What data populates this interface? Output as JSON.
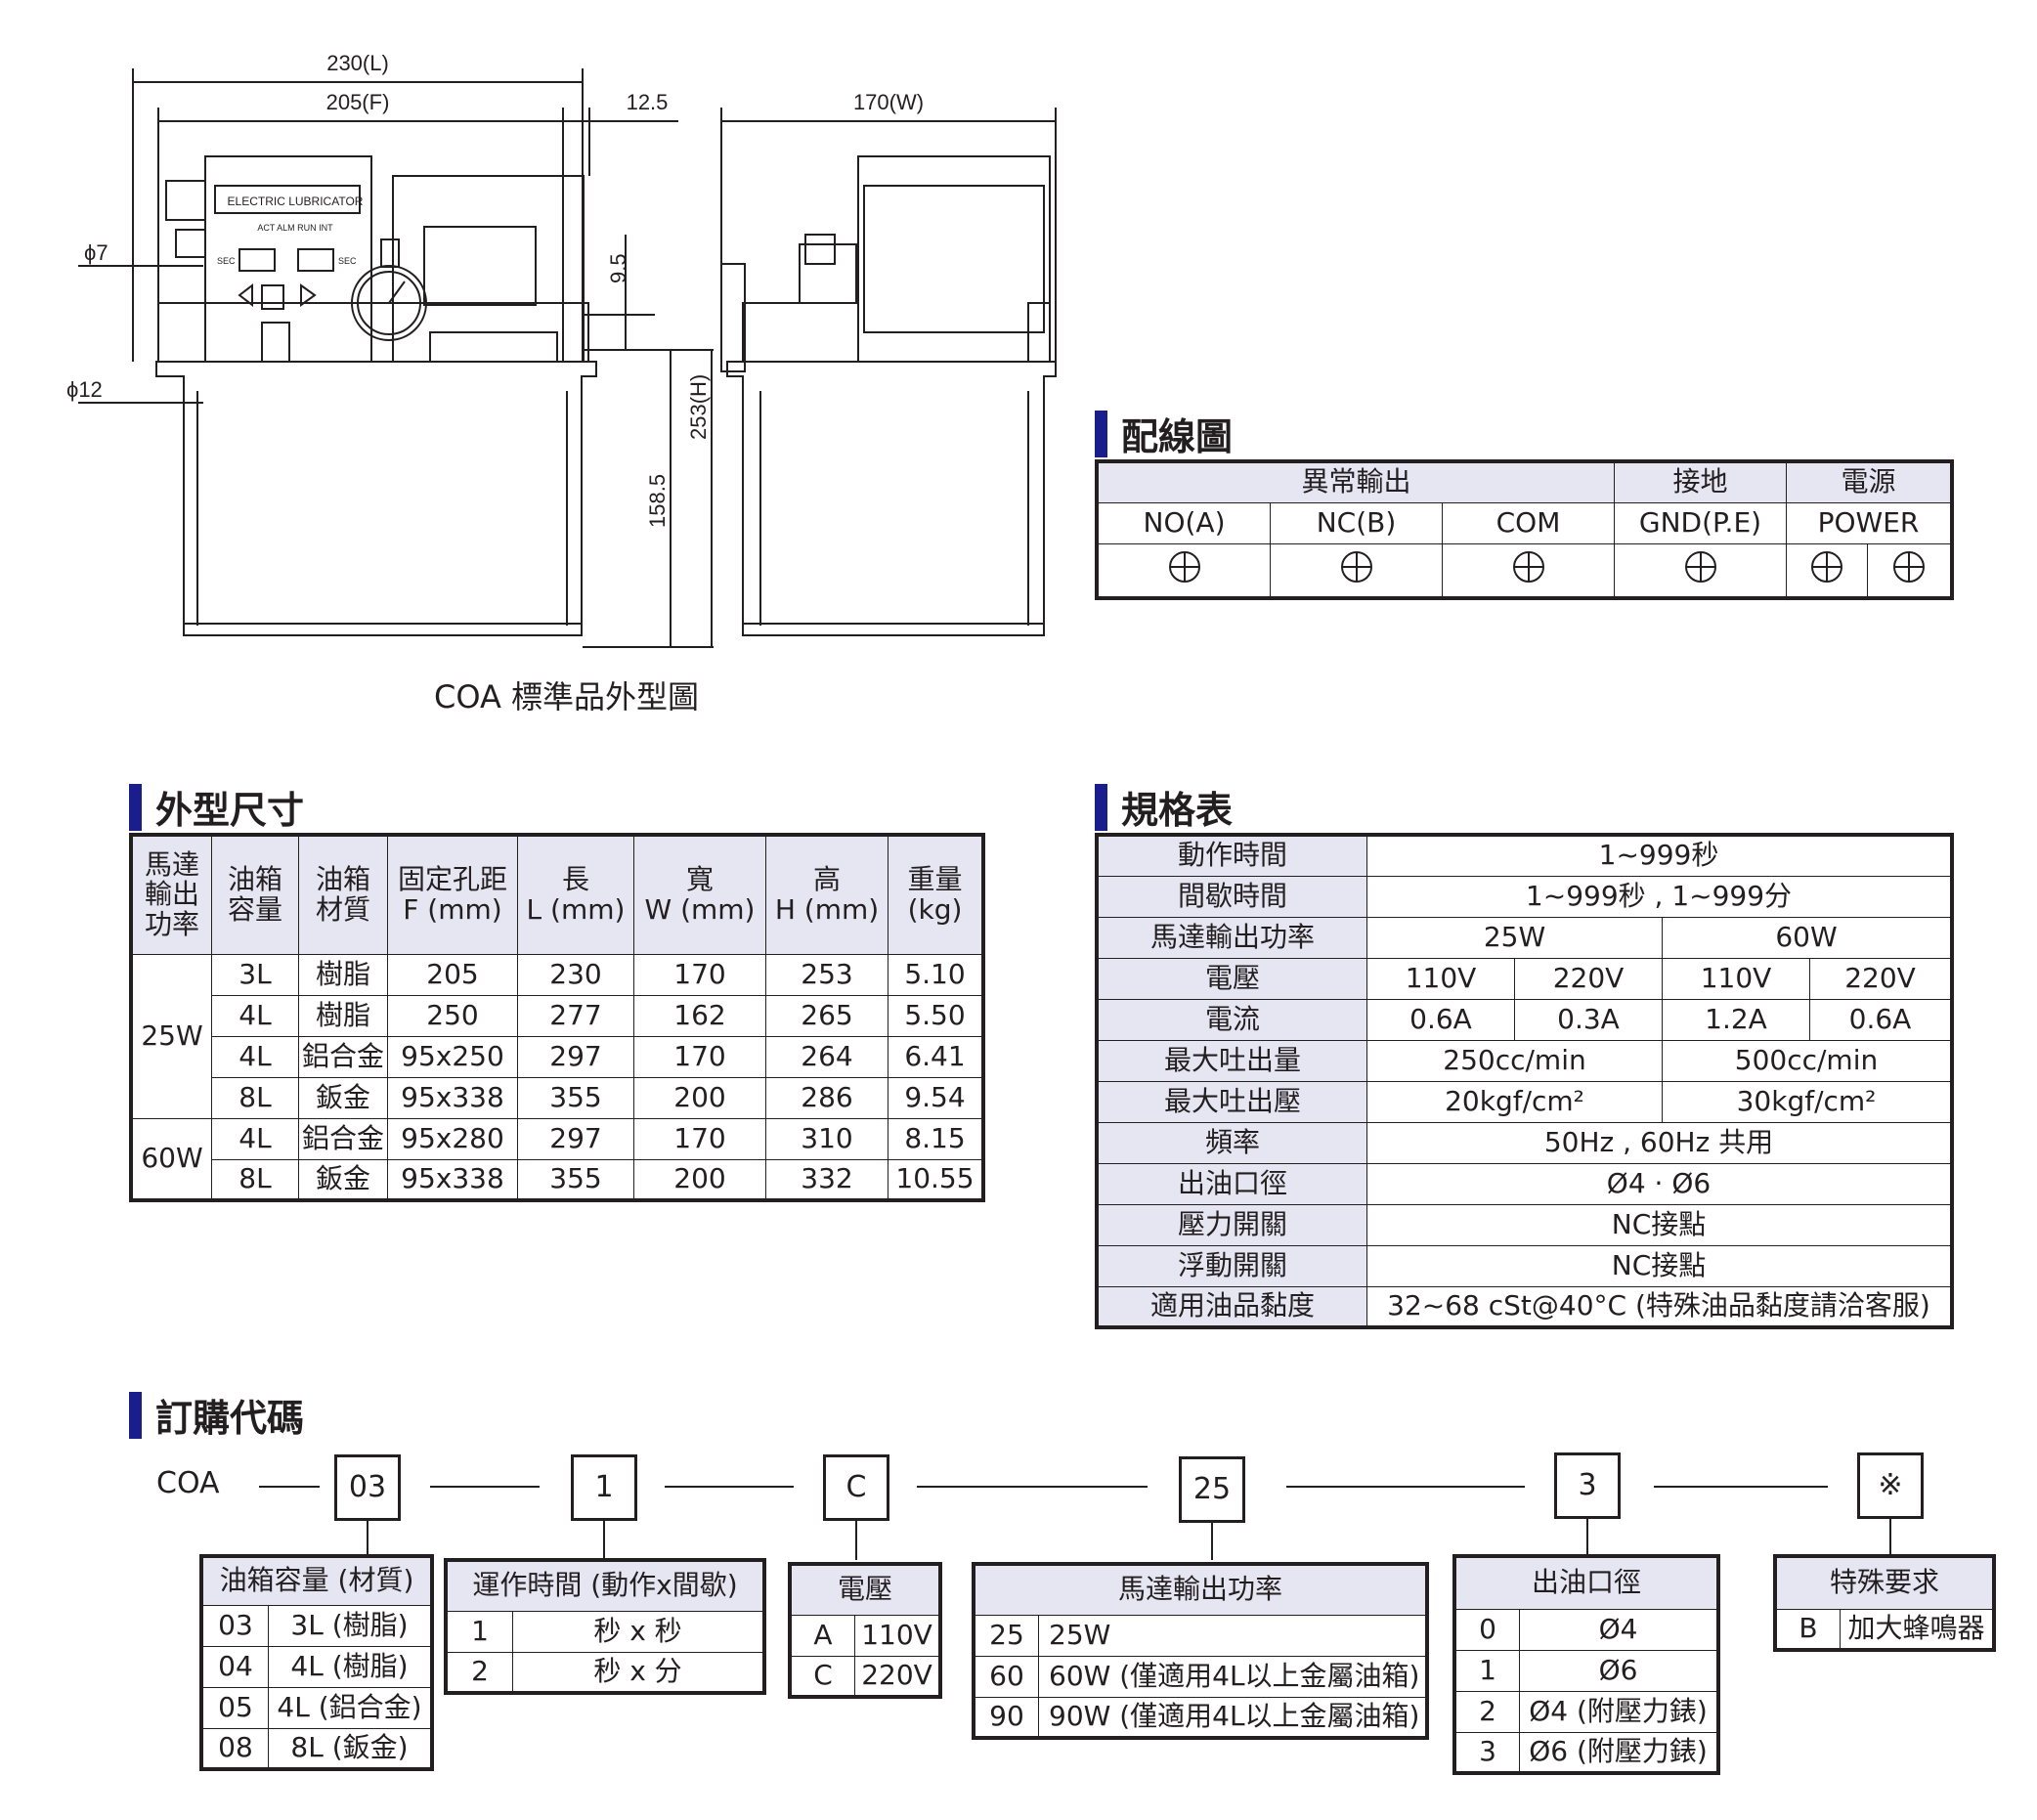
{
  "drawing": {
    "dims": {
      "length": "230(L)",
      "fixing": "205(F)",
      "offset": "12.5",
      "width": "170(W)",
      "hole_small": "ϕ7",
      "hole_large": "ϕ12",
      "top_offset": "9.5",
      "height": "253(H)",
      "tank_height": "158.5"
    },
    "label_brand": "ELECTRIC LUBRICATOR",
    "label_leds": "ACT ALM RUN INT",
    "label_sec": "SEC",
    "caption": "COA 標準品外型圖"
  },
  "wiring": {
    "title": "配線圖",
    "groups": [
      "異常輸出",
      "接地",
      "電源"
    ],
    "terminals": [
      "NO(A)",
      "NC(B)",
      "COM",
      "GND(P.E)",
      "POWER"
    ],
    "symbol": "terminal-icon"
  },
  "dimensions": {
    "title": "外型尺寸",
    "headers": [
      "馬達\n輸出\n功率",
      "油箱\n容量",
      "油箱\n材質",
      "固定孔距\nF (mm)",
      "長\nL (mm)",
      "寬\nW (mm)",
      "高\nH (mm)",
      "重量\n(kg)"
    ],
    "groups": [
      {
        "power": "25W",
        "rows": [
          [
            "3L",
            "樹脂",
            "205",
            "230",
            "170",
            "253",
            "5.10"
          ],
          [
            "4L",
            "樹脂",
            "250",
            "277",
            "162",
            "265",
            "5.50"
          ],
          [
            "4L",
            "鋁合金",
            "95x250",
            "297",
            "170",
            "264",
            "6.41"
          ],
          [
            "8L",
            "鈑金",
            "95x338",
            "355",
            "200",
            "286",
            "9.54"
          ]
        ]
      },
      {
        "power": "60W",
        "rows": [
          [
            "4L",
            "鋁合金",
            "95x280",
            "297",
            "170",
            "310",
            "8.15"
          ],
          [
            "8L",
            "鈑金",
            "95x338",
            "355",
            "200",
            "332",
            "10.55"
          ]
        ]
      }
    ]
  },
  "specs": {
    "title": "規格表",
    "action_time": [
      "動作時間",
      "1~999秒"
    ],
    "interval_time": [
      "間歇時間",
      "1~999秒 , 1~999分"
    ],
    "motor_power": [
      "馬達輸出功率",
      "25W",
      "60W"
    ],
    "voltage": [
      "電壓",
      "110V",
      "220V",
      "110V",
      "220V"
    ],
    "current": [
      "電流",
      "0.6A",
      "0.3A",
      "1.2A",
      "0.6A"
    ],
    "max_output": [
      "最大吐出量",
      "250cc/min",
      "500cc/min"
    ],
    "max_pressure": [
      "最大吐出壓",
      "20kgf/cm²",
      "30kgf/cm²"
    ],
    "frequency": [
      "頻率",
      "50Hz , 60Hz 共用"
    ],
    "outlet": [
      "出油口徑",
      "Ø4 · Ø6"
    ],
    "pressure_switch": [
      "壓力開關",
      "NC接點"
    ],
    "float_switch": [
      "浮動開關",
      "NC接點"
    ],
    "viscosity": [
      "適用油品黏度",
      "32~68 cSt@40°C (特殊油品黏度請洽客服)"
    ]
  },
  "order": {
    "title": "訂購代碼",
    "prefix": "COA",
    "codes": [
      "03",
      "1",
      "C",
      "25",
      "3",
      "※"
    ],
    "tables": [
      {
        "header": "油箱容量 (材質)",
        "rows": [
          [
            "03",
            "3L (樹脂)"
          ],
          [
            "04",
            "4L (樹脂)"
          ],
          [
            "05",
            "4L (鋁合金)"
          ],
          [
            "08",
            "8L (鈑金)"
          ]
        ]
      },
      {
        "header": "運作時間 (動作x間歇)",
        "rows": [
          [
            "1",
            "秒 x 秒"
          ],
          [
            "2",
            "秒 x 分"
          ]
        ]
      },
      {
        "header": "電壓",
        "rows": [
          [
            "A",
            "110V"
          ],
          [
            "C",
            "220V"
          ]
        ]
      },
      {
        "header": "馬達輸出功率",
        "rows": [
          [
            "25",
            "25W"
          ],
          [
            "60",
            "60W (僅適用4L以上金屬油箱)"
          ],
          [
            "90",
            "90W (僅適用4L以上金屬油箱)"
          ]
        ]
      },
      {
        "header": "出油口徑",
        "rows": [
          [
            "0",
            "Ø4"
          ],
          [
            "1",
            "Ø6"
          ],
          [
            "2",
            "Ø4 (附壓力錶)"
          ],
          [
            "3",
            "Ø6 (附壓力錶)"
          ]
        ]
      },
      {
        "header": "特殊要求",
        "rows": [
          [
            "B",
            "加大蜂鳴器"
          ]
        ]
      }
    ]
  }
}
